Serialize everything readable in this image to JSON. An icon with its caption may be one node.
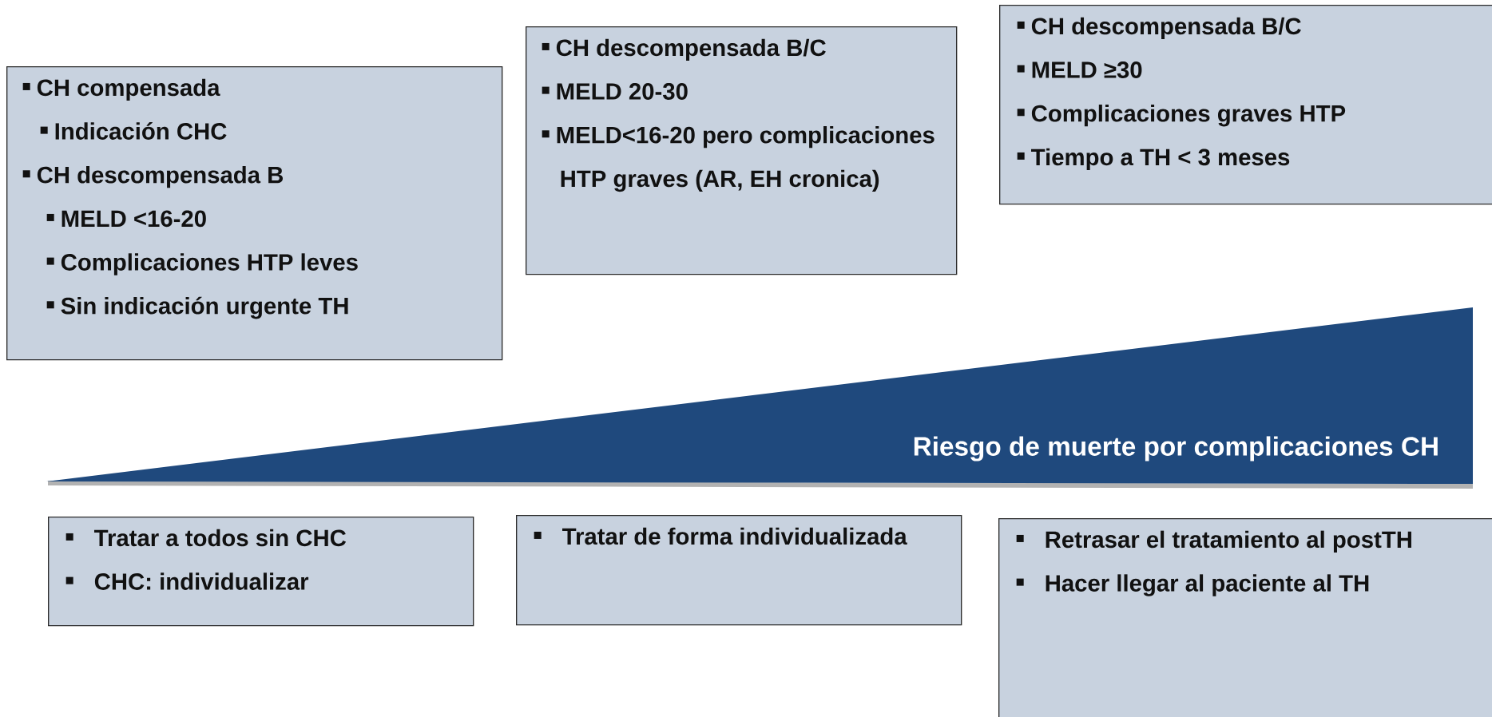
{
  "diagram": {
    "nodes": [
      {
        "text": [
          "CH compensada",
          "Indicación CHC",
          "CH descompensada B",
          "MELD <16-20",
          "Complicaciones HTP leves",
          "Sin indicación urgente TH"
        ]
      },
      {
        "text": [
          "CH descompensada B/C",
          "MELD 20-30",
          "MELD<16-20 pero complicaciones HTP graves (AR, EH cronica)"
        ]
      },
      {
        "text": [
          "CH descompensada B/C",
          "MELD ≥30",
          "Complicaciones graves HTP",
          "Tiempo a TH < 3 meses"
        ]
      },
      {
        "text": [
          "Riesgo de muerte por complicaciones CH"
        ]
      },
      {
        "text": [
          "Tratar a todos sin CHC",
          "CHC: individualizar"
        ]
      },
      {
        "text": [
          "Tratar de forma individualizada"
        ]
      },
      {
        "text": [
          "Retrasar el tratamiento al postTH",
          "Hacer llegar al paciente al TH"
        ]
      }
    ]
  }
}
